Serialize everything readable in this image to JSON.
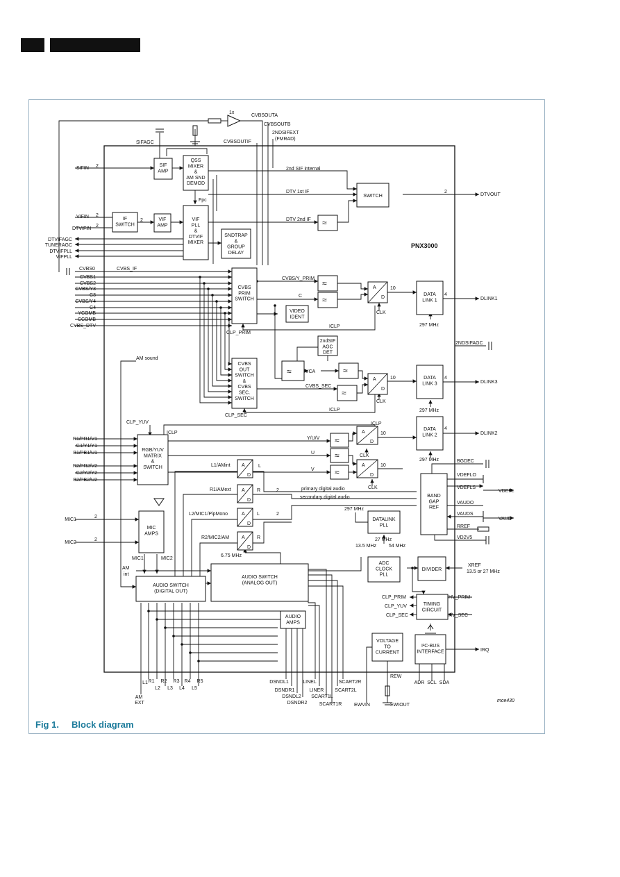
{
  "figure": {
    "number": "Fig 1.",
    "title": "Block diagram",
    "chip": "PNX3000",
    "ref": "mce430"
  },
  "blocks": {
    "sif_amp": [
      "SIF",
      "AMP"
    ],
    "qss": [
      "QSS",
      "MIXER",
      "&",
      "AM SND",
      "DEMOD"
    ],
    "if_switch": [
      "IF",
      "SWITCH"
    ],
    "vif_amp": [
      "VIF",
      "AMP"
    ],
    "vif_pll": [
      "VIF",
      "PLL",
      "&",
      "DTVIF",
      "MIXER"
    ],
    "sndtrap": [
      "SNDTRAP",
      "&",
      "GROUP",
      "DELAY"
    ],
    "switch": [
      "SWITCH"
    ],
    "cvbs_prim": [
      "CVBS",
      "PRIM",
      "SWITCH"
    ],
    "video_ident": [
      "VIDEO",
      "IDENT"
    ],
    "data_link1": [
      "DATA",
      "LINK 1"
    ],
    "agc_det": [
      "2ndSIF",
      "AGC",
      "DET"
    ],
    "vca": [
      "VCA"
    ],
    "cvbs_out": [
      "CVBS",
      "OUT",
      "SWITCH",
      "&",
      "CVBS",
      "SEC.",
      "SWITCH"
    ],
    "data_link3": [
      "DATA",
      "LINK 3"
    ],
    "data_link2": [
      "DATA",
      "LINK 2"
    ],
    "rgb_matrix": [
      "RGB/YUV",
      "MATRIX",
      "&",
      "SWITCH"
    ],
    "mic_amps": [
      "MIC",
      "AMPS"
    ],
    "band_gap": [
      "BAND",
      "GAP",
      "REF"
    ],
    "datalink_pll": [
      "DATALINK",
      "PLL"
    ],
    "adc_clock": [
      "ADC",
      "CLOCK",
      "PLL"
    ],
    "divider": [
      "DIVIDER"
    ],
    "timing": [
      "TIMING",
      "CIRCUIT"
    ],
    "audio_sw_dig": [
      "AUDIO SWITCH",
      "(DIGITAL OUT)"
    ],
    "audio_sw_ana": [
      "AUDIO SWITCH",
      "(ANALOG OUT)"
    ],
    "audio_amps": [
      "AUDIO",
      "AMPS"
    ],
    "voltage_current": [
      "VOLTAGE",
      "TO",
      "CURRENT"
    ],
    "i2c": [
      "I²C-BUS",
      "INTERFACE"
    ],
    "adc_a": "A",
    "adc_d": "D"
  },
  "signals": {
    "sifin": "SIFIN",
    "vifin": "VIFIN",
    "dtvifin": "DTVIFIN",
    "dtvifagc": "DTVIFAGC",
    "tuneragc": "TUNERAGC",
    "dtvifpll": "DTVIFPLL",
    "vifpll": "VIFPLL",
    "sifagc": "SIFAGC",
    "cvbsouta": "CVBSOUTA",
    "cvbsoutb": "CVBSOUTB",
    "nd2sifext": "2NDSIFEXT",
    "fmrad": "(FMRAD)",
    "cvbsoutif": "CVBSOUTIF",
    "buf": "1x",
    "nd2sif_int": "2nd SIF internal",
    "dtv1": "DTV 1st IF",
    "dtv2": "DTV 2nd IF",
    "fpc": "Fpc",
    "dtvout": "DTVOUT",
    "cvbs0": "CVBS0",
    "cvbs_if": "CVBS_IF",
    "cvbs1": "CVBS1",
    "cvbs2": "CVBS2",
    "cvbsy3": "CVBS/Y3",
    "c3": "C3",
    "cvbsy4": "CVBS/Y4",
    "c4": "C4",
    "ycomb": "YCOMB",
    "ccomb": "CCOMB",
    "cvbs_dtv": "CVBS_DTV",
    "cvbs_y_prim": "CVBS/Y_PRIM",
    "c": "C",
    "clp_prim": "CLP_PRIM",
    "iclp": "ICLP",
    "clk": "CLK",
    "n10": "10",
    "n4": "4",
    "n2": "2",
    "dlink1": "DLINK1",
    "dlink2": "DLINK2",
    "dlink3": "DLINK3",
    "mhz297": "297 MHz",
    "nd2sifagc": "2NDSIFAGC",
    "am_sound": "AM sound",
    "cvbs_sec": "CVBS_SEC",
    "clp_sec": "CLP_SEC",
    "clp_yuv": "CLP_YUV",
    "r1": "R1/PR1/V1",
    "g1": "G1/Y1/Y1",
    "b1": "B1/PB1/U1",
    "r2": "R2/PR2/V2",
    "g2": "G2/Y2/Y2",
    "b2": "B2/PB2/U2",
    "yuv": "Y/U/V",
    "u": "U",
    "v": "V",
    "l1am": "L1/AMint",
    "r1am": "R1/AMext",
    "l2mic": "L2/MIC1/PipMono",
    "r2mic": "R2/MIC2/AM",
    "l": "L",
    "r": "R",
    "pda": "primary digital audio",
    "sda_audio": "secondary digital audio",
    "mhz675": "6.75 MHz",
    "mic1": "MIC1",
    "mic2": "MIC2",
    "am": "AM",
    "int": "int",
    "mhz27": "27 MHz",
    "mhz135": "13.5 MHz",
    "mhz54": "54 MHz",
    "xref": "XREF",
    "xref2": "13.5 or 27 MHz",
    "bgdec": "BGDEC",
    "vdeflo": "VDEFLO",
    "vdefls": "VDEFLS",
    "vdefl": "VDEFL",
    "vaudo": "VAUDO",
    "vauds": "VAUDS",
    "vaud": "VAUD",
    "rref": "RREF",
    "vd2v5": "VD2V5",
    "hv_prim": "HV_PRIM",
    "hv_sec": "HV_SEC",
    "irq": "IRQ",
    "adr": "ADR",
    "scl": "SCL",
    "sda": "SDA",
    "rew": "REW",
    "ewvin": "EWVIN",
    "ewiout": "EWIOUT",
    "ext": "EXT",
    "l1": "L1",
    "l2": "L2",
    "l3": "L3",
    "l4": "L4",
    "l5": "L5",
    "r1b": "R1",
    "r2b": "R2",
    "r3": "R3",
    "r4": "R4",
    "r5": "R5",
    "dsndl1": "DSNDL1",
    "dsndr1": "DSNDR1",
    "dsndl2": "DSNDL2",
    "dsndr2": "DSNDR2",
    "linel": "LINEL",
    "liner": "LINER",
    "scart1l": "SCART1L",
    "scart1r": "SCART1R",
    "scart2r": "SCART2R",
    "scart2l": "SCART2L"
  }
}
